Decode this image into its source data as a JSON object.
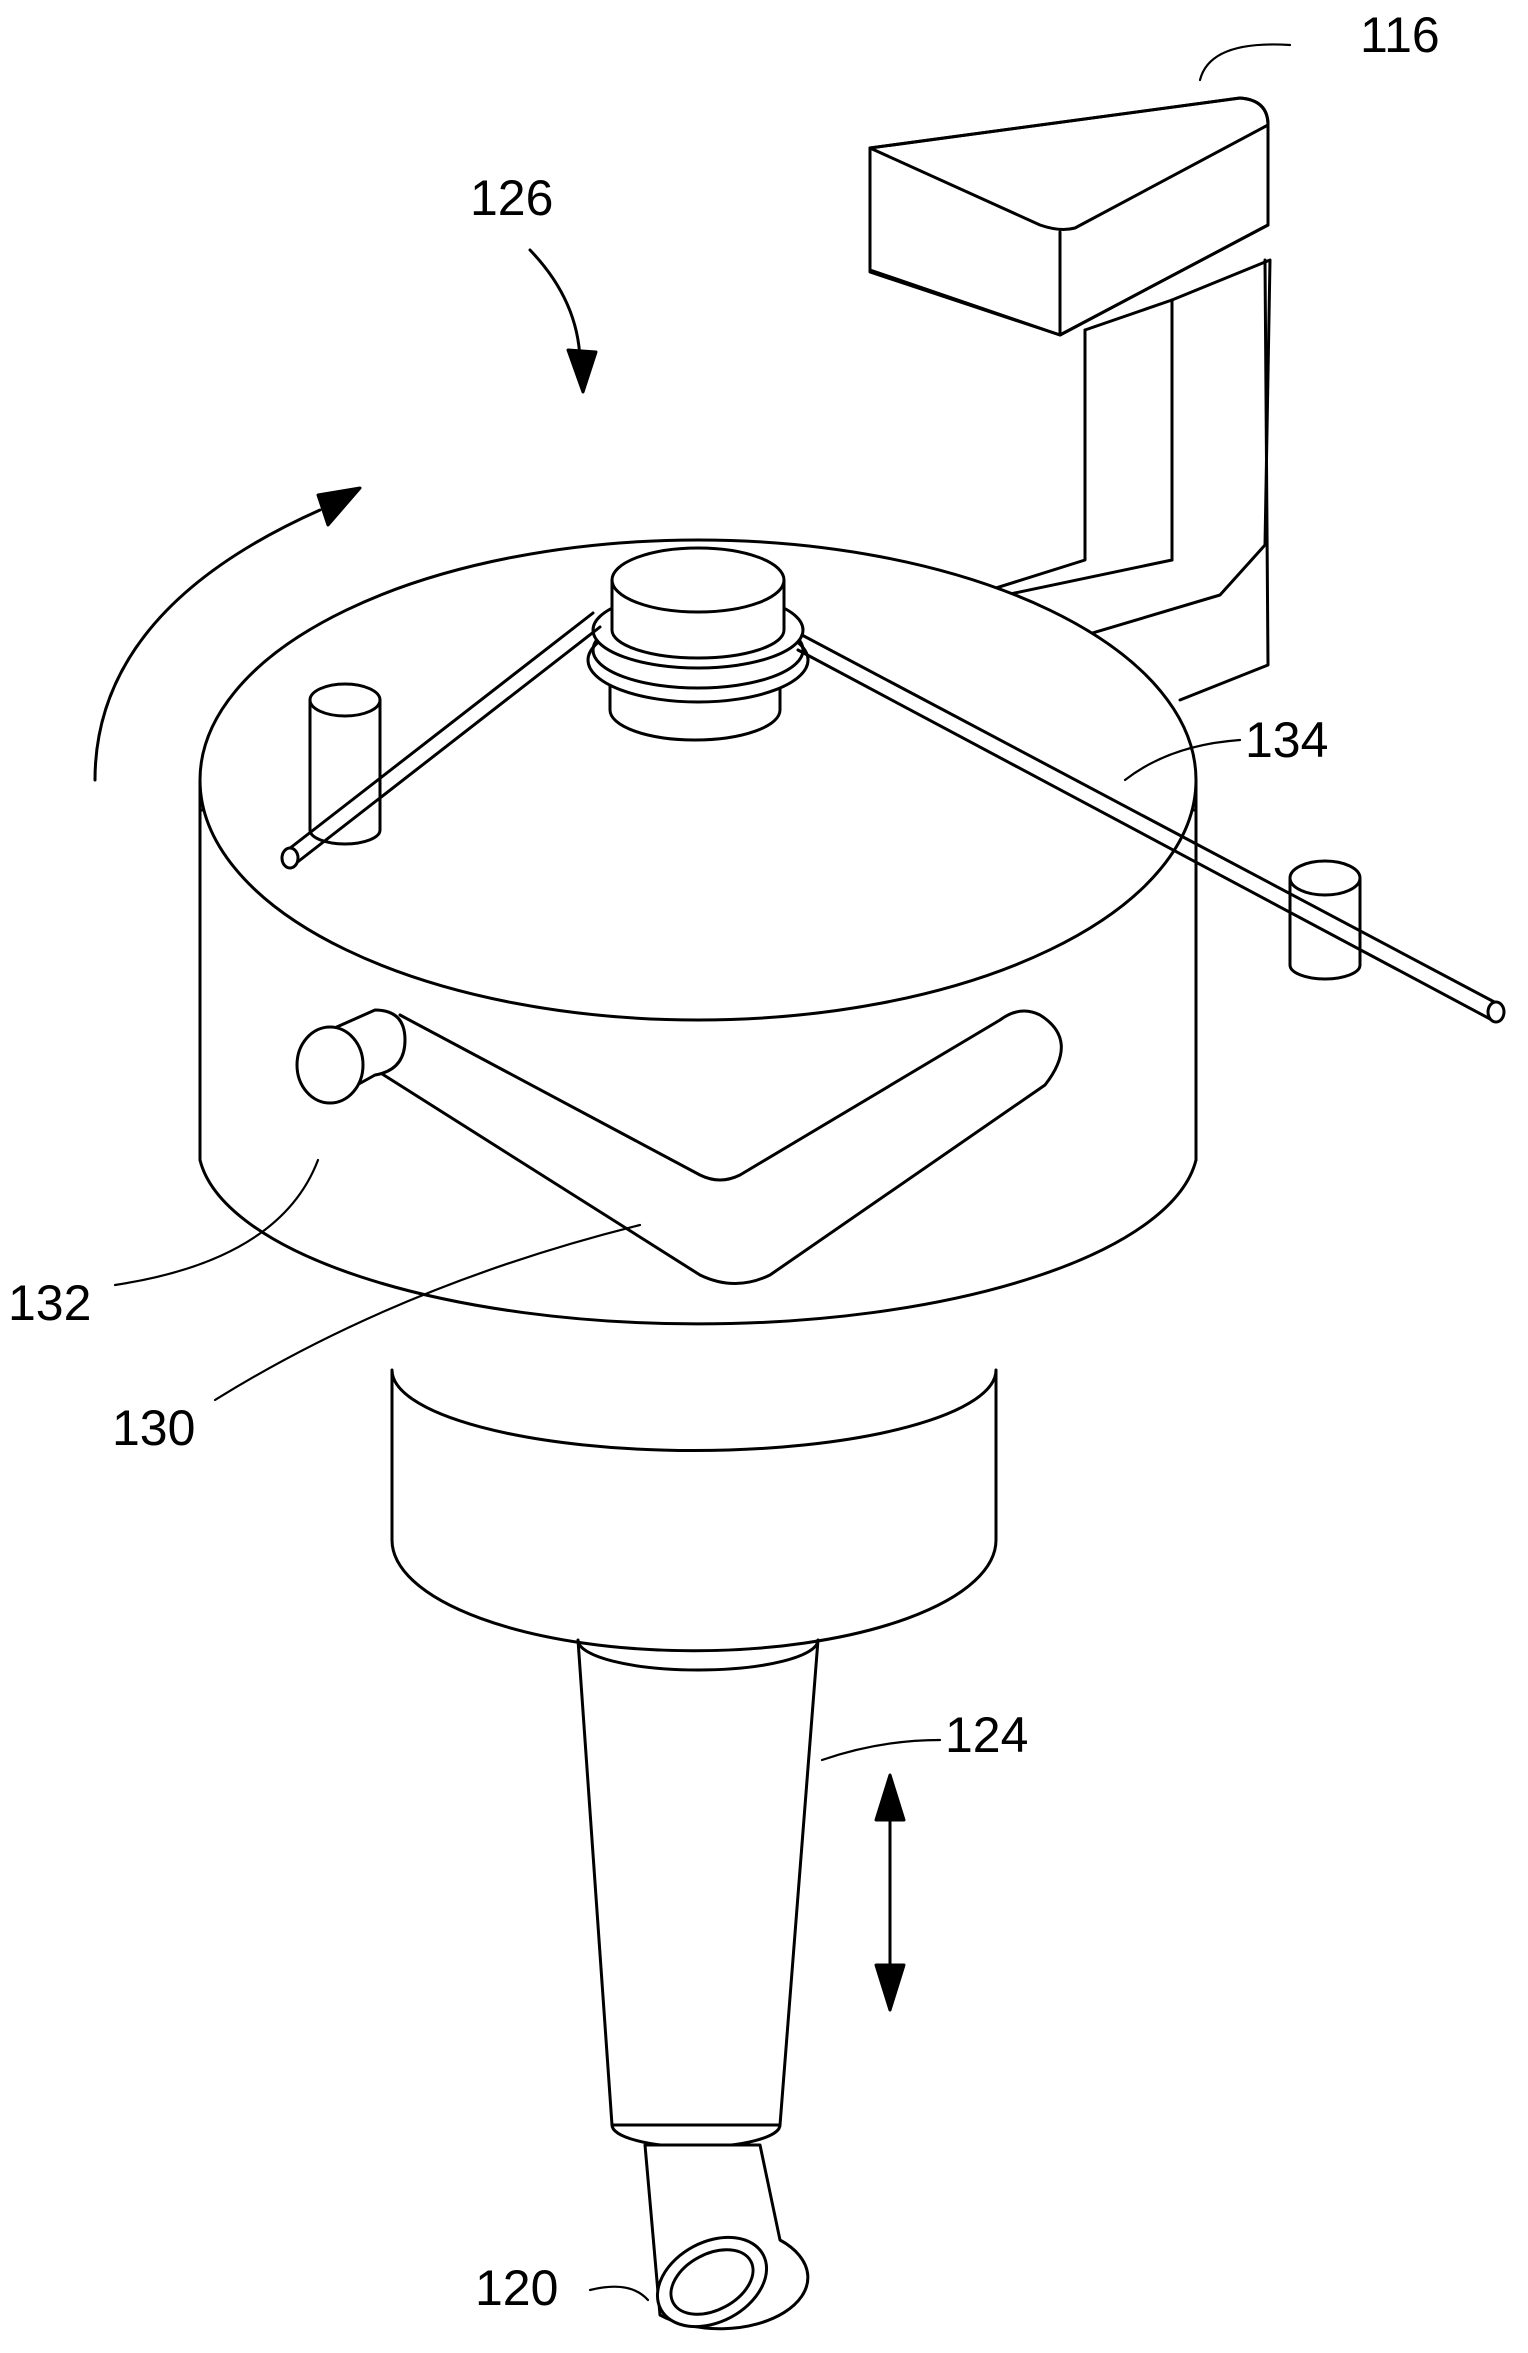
{
  "labels": {
    "motor": "116",
    "assembly": "126",
    "guide_rod": "134",
    "pin": "132",
    "cam_slot": "130",
    "tube": "124",
    "tip": "120"
  },
  "colors": {
    "line": "#000000",
    "background": "#ffffff"
  }
}
